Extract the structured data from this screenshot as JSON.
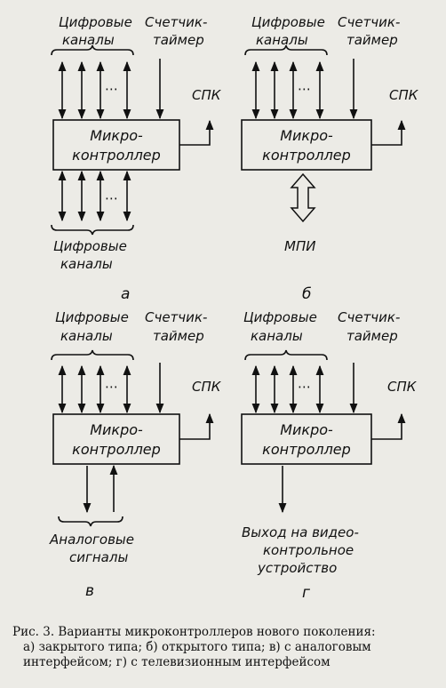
{
  "diagrams": [
    {
      "id": "a",
      "box_line1": "Микро-",
      "box_line2": "контроллер",
      "top_left_line1": "Цифровые",
      "top_left_line2": "каналы",
      "top_right_line1": "Счетчик-",
      "top_right_line2": "таймер",
      "side_label": "СПК",
      "bottom_line1": "Цифровые",
      "bottom_line2": "каналы",
      "sublabel": "а"
    },
    {
      "id": "b",
      "box_line1": "Микро-",
      "box_line2": "контроллер",
      "top_left_line1": "Цифровые",
      "top_left_line2": "каналы",
      "top_right_line1": "Счетчик-",
      "top_right_line2": "таймер",
      "side_label": "СПК",
      "bottom_line1": "МПИ",
      "sublabel": "б"
    },
    {
      "id": "c",
      "box_line1": "Микро-",
      "box_line2": "контроллер",
      "top_left_line1": "Цифровые",
      "top_left_line2": "каналы",
      "top_right_line1": "Счетчик-",
      "top_right_line2": "таймер",
      "side_label": "СПК",
      "bottom_line1": "Аналоговые",
      "bottom_line2": "сигналы",
      "sublabel": "в"
    },
    {
      "id": "d",
      "box_line1": "Микро-",
      "box_line2": "контроллер",
      "top_left_line1": "Цифровые",
      "top_left_line2": "каналы",
      "top_right_line1": "Счетчик-",
      "top_right_line2": "таймер",
      "side_label": "СПК",
      "bottom_line1": "Выход на видео-",
      "bottom_line2": "контрольное",
      "bottom_line3": "устройство",
      "sublabel": "г"
    }
  ],
  "caption": {
    "line1": "Рис. 3. Варианты микроконтроллеров нового поколения:",
    "line2": "а) закрытого типа; б) открытого типа; в) с аналоговым",
    "line3": "интерфейсом; г) с телевизионным интерфейсом"
  },
  "dots": "⋯"
}
